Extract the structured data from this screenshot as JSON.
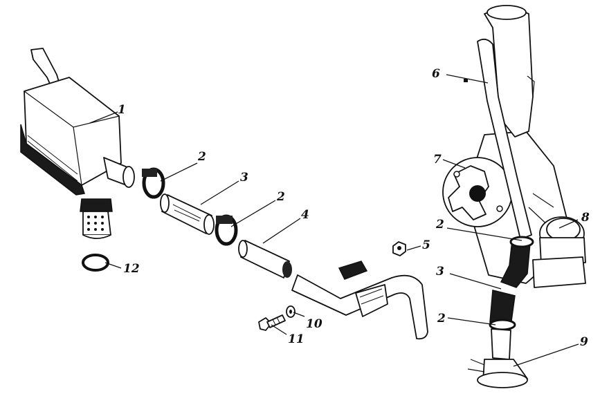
{
  "labels": {
    "l1": "1",
    "l2a": "2",
    "l3a": "3",
    "l2b": "2",
    "l4": "4",
    "l5": "5",
    "l6": "6",
    "l7": "7",
    "l8": "8",
    "l2c": "2",
    "l3b": "3",
    "l2d": "2",
    "l9": "9",
    "l10": "10",
    "l11": "11",
    "l12": "12"
  }
}
